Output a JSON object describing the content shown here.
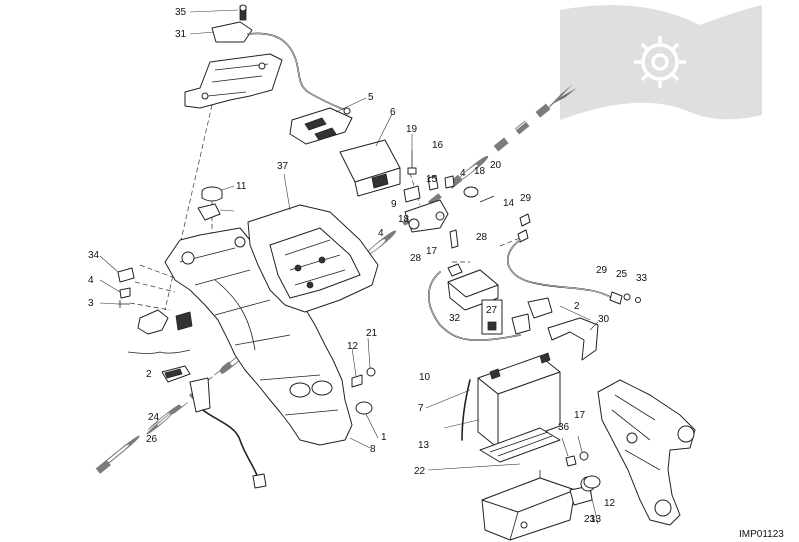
{
  "diagram": {
    "drawing_code": "IMP01123",
    "watermark": "Partsrepublik",
    "callouts": [
      {
        "n": "35"
      },
      {
        "n": "31"
      },
      {
        "n": "5"
      },
      {
        "n": "6"
      },
      {
        "n": "19"
      },
      {
        "n": "16"
      },
      {
        "n": "15"
      },
      {
        "n": "4"
      },
      {
        "n": "18"
      },
      {
        "n": "20"
      },
      {
        "n": "37"
      },
      {
        "n": "11"
      },
      {
        "n": "9"
      },
      {
        "n": "18"
      },
      {
        "n": "4"
      },
      {
        "n": "14"
      },
      {
        "n": "29"
      },
      {
        "n": "28"
      },
      {
        "n": "17"
      },
      {
        "n": "28"
      },
      {
        "n": "29"
      },
      {
        "n": "25"
      },
      {
        "n": "33"
      },
      {
        "n": "34"
      },
      {
        "n": "4"
      },
      {
        "n": "3"
      },
      {
        "n": "2"
      },
      {
        "n": "32"
      },
      {
        "n": "27"
      },
      {
        "n": "30"
      },
      {
        "n": "21"
      },
      {
        "n": "12"
      },
      {
        "n": "2"
      },
      {
        "n": "10"
      },
      {
        "n": "24"
      },
      {
        "n": "7"
      },
      {
        "n": "26"
      },
      {
        "n": "8"
      },
      {
        "n": "1"
      },
      {
        "n": "13"
      },
      {
        "n": "22"
      },
      {
        "n": "36"
      },
      {
        "n": "17"
      },
      {
        "n": "12"
      },
      {
        "n": "13"
      },
      {
        "n": "23"
      }
    ]
  }
}
